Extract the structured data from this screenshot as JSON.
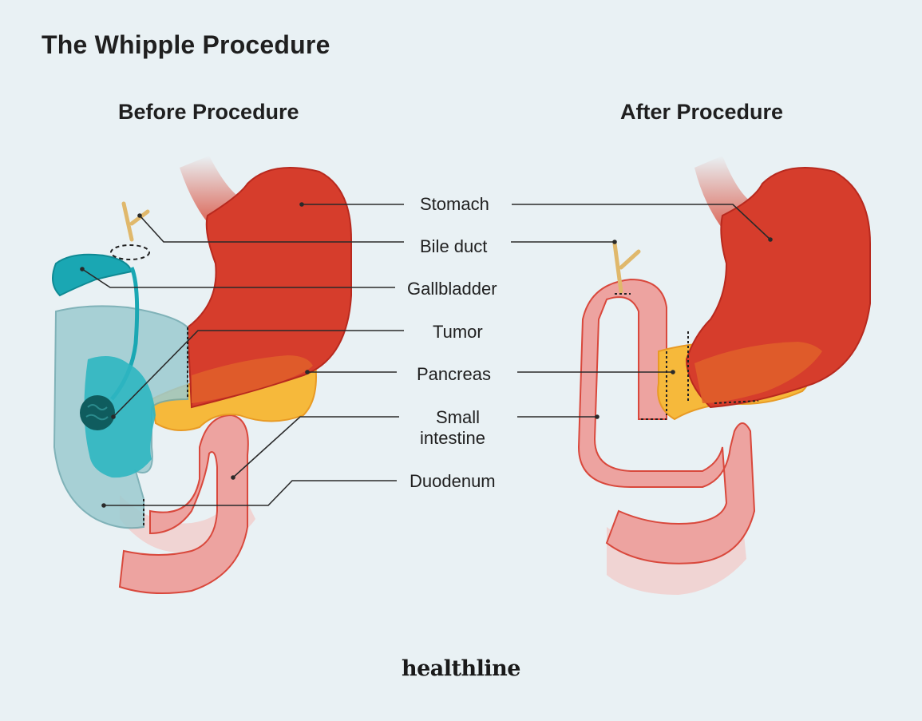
{
  "title": "The Whipple Procedure",
  "panels": {
    "before": "Before Procedure",
    "after": "After Procedure"
  },
  "labels": {
    "stomach": "Stomach",
    "bile_duct": "Bile duct",
    "gallbladder": "Gallbladder",
    "tumor": "Tumor",
    "pancreas": "Pancreas",
    "small_intestine_1": "Small",
    "small_intestine_2": "intestine",
    "duodenum": "Duodenum"
  },
  "brand": "healthline",
  "colors": {
    "background": "#e9f1f4",
    "stomach": "#d63d2c",
    "intestine": "#eda3a0",
    "pancreas": "#f6b93b",
    "gallbladder": "#1aa7b3",
    "tumor": "#0f5c5e",
    "bile_duct": "#e0b86b"
  }
}
